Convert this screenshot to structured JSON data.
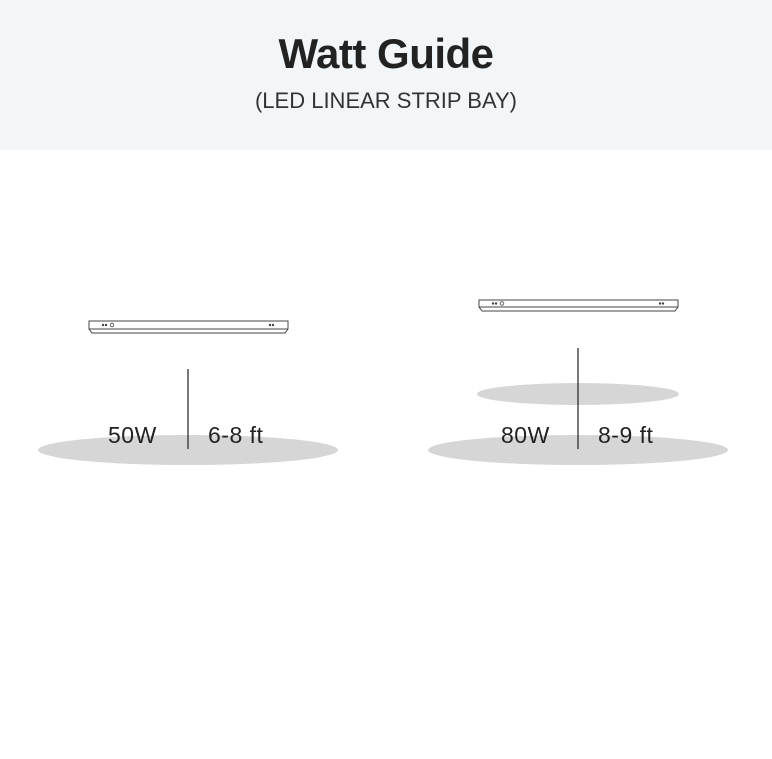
{
  "header": {
    "title": "Watt Guide",
    "subtitle": "(LED LINEAR STRIP BAY)"
  },
  "options": [
    {
      "wattage": "50W",
      "height": "6-8 ft"
    },
    {
      "wattage": "80W",
      "height": "8-9 ft"
    }
  ],
  "colors": {
    "header_bg": "#f2f6f9",
    "light_pool": "#d6d6d6",
    "fixture_stroke": "#444444",
    "text": "#222222"
  }
}
